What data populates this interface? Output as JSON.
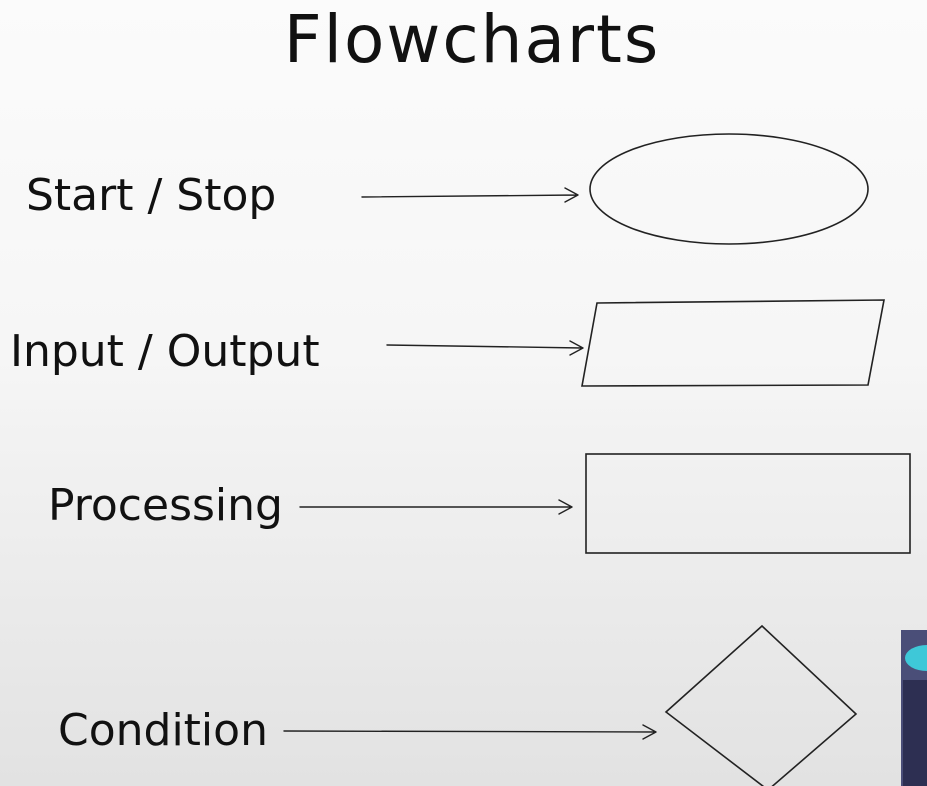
{
  "title": "Flowcharts",
  "rows": [
    {
      "label": "Start / Stop",
      "shape": "ellipse"
    },
    {
      "label": "Input / Output",
      "shape": "parallelogram"
    },
    {
      "label": "Processing",
      "shape": "rectangle"
    },
    {
      "label": "Condition",
      "shape": "diamond"
    }
  ],
  "colors": {
    "ink": "#111111",
    "stroke": "#222222",
    "thumbnail_bg": "#4a4e78",
    "thumbnail_glow": "#3ec8d8"
  }
}
